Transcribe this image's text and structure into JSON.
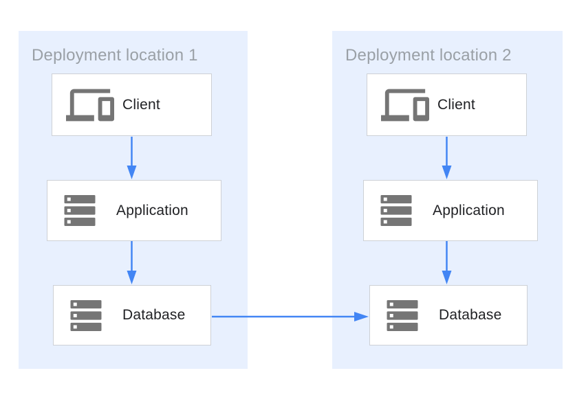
{
  "diagram": {
    "panels": [
      {
        "title": "Deployment location 1",
        "nodes": [
          {
            "label": "Client",
            "icon": "devices-icon"
          },
          {
            "label": "Application",
            "icon": "server-stack-icon"
          },
          {
            "label": "Database",
            "icon": "server-stack-icon"
          }
        ]
      },
      {
        "title": "Deployment location 2",
        "nodes": [
          {
            "label": "Client",
            "icon": "devices-icon"
          },
          {
            "label": "Application",
            "icon": "server-stack-icon"
          },
          {
            "label": "Database",
            "icon": "server-stack-icon"
          }
        ]
      }
    ],
    "flows": [
      "Client to Application (location 1)",
      "Application to Database (location 1)",
      "Client to Application (location 2)",
      "Application to Database (location 2)",
      "Database location 1 to Database location 2"
    ],
    "colors": {
      "panel_background": "#e8f0fe",
      "node_background": "#ffffff",
      "node_border": "#cdd0d5",
      "title_text": "#9aa0a6",
      "label_text": "#202124",
      "icon_gray": "#757575",
      "arrow": "#4285f4"
    }
  }
}
